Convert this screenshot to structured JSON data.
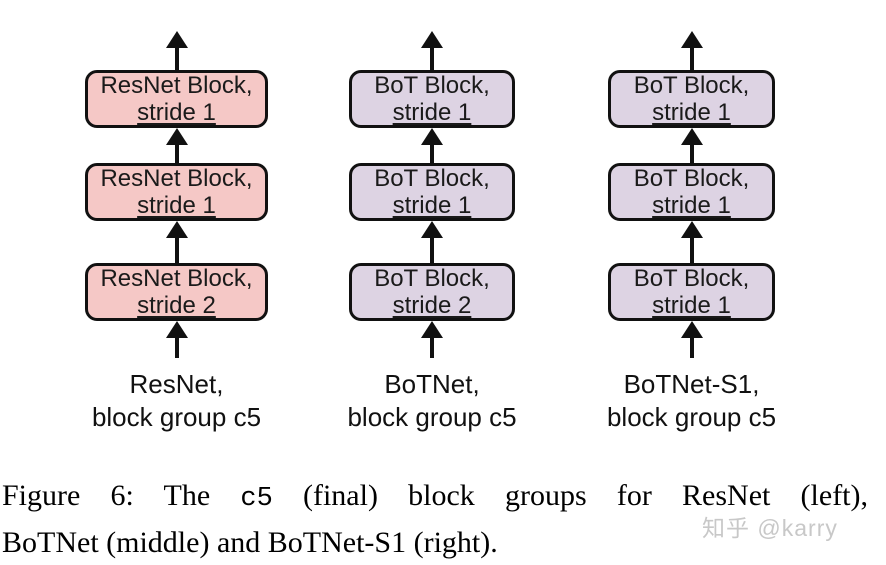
{
  "figure": {
    "arrow_color": "#111111",
    "block_border_color": "#111111",
    "columns": [
      {
        "id": "resnet",
        "block_fill": "#f5c8c6",
        "blocks": [
          {
            "name": "ResNet Block,",
            "stride": "stride 1"
          },
          {
            "name": "ResNet Block,",
            "stride": "stride 1"
          },
          {
            "name": "ResNet Block,",
            "stride": "stride 2"
          }
        ],
        "label": {
          "line1": "ResNet,",
          "line2": "block group c5"
        }
      },
      {
        "id": "botnet",
        "block_fill": "#ddd3e3",
        "blocks": [
          {
            "name": "BoT Block,",
            "stride": "stride 1"
          },
          {
            "name": "BoT Block,",
            "stride": "stride 1"
          },
          {
            "name": "BoT Block,",
            "stride": "stride 2"
          }
        ],
        "label": {
          "line1": "BoTNet,",
          "line2": "block group c5"
        }
      },
      {
        "id": "botnet-s1",
        "block_fill": "#ddd3e3",
        "blocks": [
          {
            "name": "BoT Block,",
            "stride": "stride 1"
          },
          {
            "name": "BoT Block,",
            "stride": "stride 1"
          },
          {
            "name": "BoT Block,",
            "stride": "stride 1"
          }
        ],
        "label": {
          "line1": "BoTNet-S1,",
          "line2": "block group c5"
        }
      }
    ]
  },
  "caption": {
    "line1_pre": "Figure 6:  The",
    "line1_code": "c5",
    "line1_post": "(final) block groups for ResNet (left),",
    "line2": "BoTNet (middle) and BoTNet-S1 (right)."
  },
  "watermark": {
    "text": "知乎 @karry"
  }
}
